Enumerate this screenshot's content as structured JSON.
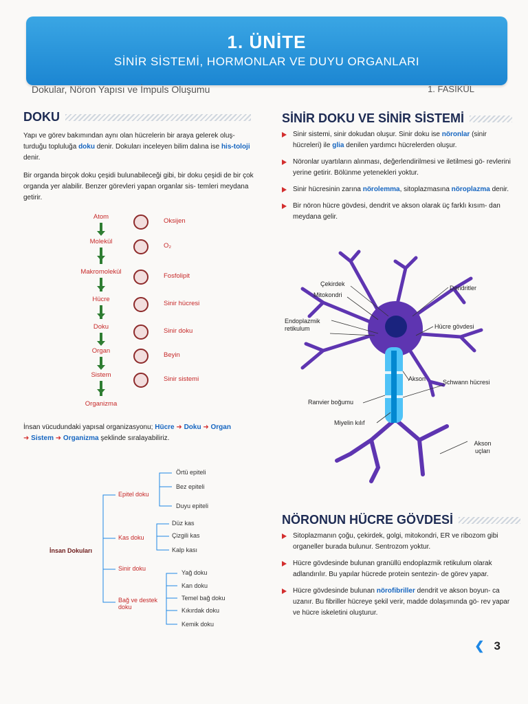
{
  "banner": {
    "unit": "1. ÜNİTE",
    "subtitle": "SİNİR SİSTEMİ, HORMONLAR VE DUYU ORGANLARI"
  },
  "subbar": {
    "left": "Dokular, Nöron Yapısı ve İmpuls Oluşumu",
    "right": "1. FASİKÜL"
  },
  "left": {
    "heading": "DOKU",
    "p1": [
      "Yapı ve görev bakımından aynı olan hücrelerin bir araya gelerek oluş-",
      "turduğu topluluğa ",
      "doku",
      " denir. Dokuları inceleyen bilim dalına ise ",
      "his-",
      "toloji",
      " denir."
    ],
    "p2": "Bir organda birçok doku çeşidi bulunabileceği gibi, bir doku çeşidi de bir çok organda yer alabilir. Benzer görevleri yapan organlar sis- temleri meydana getirir.",
    "ladder": [
      {
        "left": "Atom",
        "right": "Oksijen"
      },
      {
        "left": "Molekül",
        "right": "O₂"
      },
      {
        "left": "Makromolekül",
        "right": "Fosfolipit"
      },
      {
        "left": "Hücre",
        "right": "Sinir hücresi"
      },
      {
        "left": "Doku",
        "right": "Sinir doku"
      },
      {
        "left": "Organ",
        "right": "Beyin"
      },
      {
        "left": "Sistem",
        "right": "Sinir sistemi"
      },
      {
        "left": "Organizma",
        "right": ""
      }
    ],
    "org_text_a": "İnsan vücudundaki yapısal organizasyonu; ",
    "org_chain_1": "Hücre",
    "org_chain_2": "Doku",
    "org_chain_3": "Organ",
    "org_chain_4": "Sistem",
    "org_chain_5": "Organizma",
    "org_text_b": " şeklinde sıralayabiliriz.",
    "tree": {
      "root": "İnsan Dokuları",
      "branches": [
        "Epitel doku",
        "Kas doku",
        "Sinir doku",
        "Bağ ve destek doku"
      ],
      "epitel": [
        "Örtü epiteli",
        "Bez epiteli",
        "Duyu epiteli"
      ],
      "kas": [
        "Düz kas",
        "Çizgili kas",
        "Kalp kası"
      ],
      "bag": [
        "Yağ doku",
        "Kan doku",
        "Temel bağ doku",
        "Kıkırdak doku",
        "Kemik doku"
      ]
    }
  },
  "right": {
    "heading1": "SİNİR DOKU VE SİNİR SİSTEMİ",
    "b1": [
      "Sinir sistemi, sinir dokudan oluşur. Sinir doku ise ",
      "nöronlar",
      " (sinir hücreleri) ile ",
      "glia",
      " denilen yardımcı hücrelerden oluşur."
    ],
    "b2": "Nöronlar uyartıların alınması, değerlendirilmesi ve iletilmesi gö- revlerini yerine getirir. Bölünme yetenekleri yoktur.",
    "b3": [
      "Sinir hücresinin zarına ",
      "nörolemma",
      ", sitoplazmasına ",
      "nöroplazma",
      " denir."
    ],
    "b4": "Bir nöron hücre gövdesi, dendrit ve akson olarak üç farklı kısım- dan meydana gelir.",
    "neuron": [
      "Çekirdek",
      "Mitokondri",
      "Dendritler",
      "Endoplazmik retikulum",
      "Hücre gövdesi",
      "Akson",
      "Schwann hücresi",
      "Ranvier boğumu",
      "Miyelin kılıf",
      "Akson uçları"
    ],
    "heading2": "NÖRONUN HÜCRE GÖVDESİ",
    "c1": "Sitoplazmanın çoğu, çekirdek, golgi, mitokondri, ER ve ribozom gibi organeller burada bulunur. Sentrozom yoktur.",
    "c2": "Hücre gövdesinde bulunan granüllü endoplazmik retikulum olarak adlandırılır. Bu yapılar hücrede protein sentezin- de görev yapar.",
    "c3": [
      "Hücre gövdesinde bulunan ",
      "nörofibriller",
      " dendrit ve akson boyun- ca uzanır. Bu fibriller hücreye şekil verir, madde dolaşımında gö- rev yapar ve hücre iskeletini oluşturur."
    ]
  },
  "page_number": "3",
  "colors": {
    "banner": "#1c86d2",
    "accent": "#1565c0",
    "bullet": "#d32f2f",
    "arrow": "#2e7d32",
    "neuron": "#5e35b1"
  }
}
